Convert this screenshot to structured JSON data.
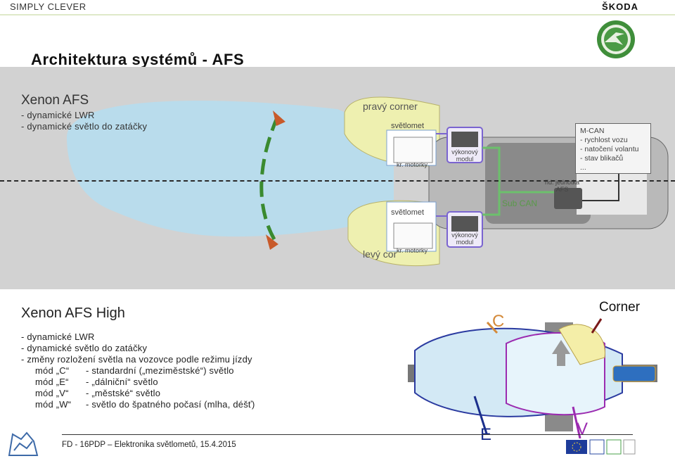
{
  "header": {
    "brand": "SIMPLY CLEVER",
    "logo_text": "ŠKODA"
  },
  "title": "Architektura systémů - AFS",
  "upper": {
    "heading": "Xenon AFS",
    "lines": [
      "- dynamické LWR",
      "- dynamické světlo do zatáčky"
    ],
    "right_corner": "pravý corner",
    "left_corner": "levý cor",
    "headlamp_top": "světlomet",
    "headlamp_bottom": "světlomet",
    "motors_top": "kr. motorky",
    "motors_bottom": "kr. motorky",
    "power_module_top": [
      "výkonový",
      "modul"
    ],
    "power_module_bottom": [
      "výkonový",
      "modul"
    ],
    "subcan": "Sub CAN",
    "control_unit": [
      "řid. jednotka",
      "AFS"
    ],
    "mcan": [
      "M-CAN",
      "- rychlost vozu",
      "- natočení volantu",
      "- stav blikačů",
      "..."
    ]
  },
  "lower": {
    "heading": "Xenon AFS High",
    "lines": [
      "- dynamické LWR",
      "- dynamické světlo do zatáčky",
      "- změny rozložení světla na vozovce podle režimu jízdy"
    ],
    "modes": [
      {
        "mode": "mód „C“",
        "desc": "- standardní („meziměstské“) světlo"
      },
      {
        "mode": "mód „E“",
        "desc": "- „dálniční“ světlo"
      },
      {
        "mode": "mód „V“",
        "desc": "- „městské“ světlo"
      },
      {
        "mode": "mód „W“",
        "desc": "- světlo do špatného počasí (mlha, déšť)"
      }
    ],
    "label_c": "C",
    "label_e": "E",
    "label_v": "V",
    "label_corner": "Corner"
  },
  "footer": {
    "text": "FD - 16PDP – Elektronika světlometů, 15.4.2015"
  },
  "colors": {
    "beam_blue": "#b9dcec",
    "corner_yellow": "#eef0b0",
    "module_border": "#7a64d0",
    "subcan_green": "#6cc06c"
  }
}
